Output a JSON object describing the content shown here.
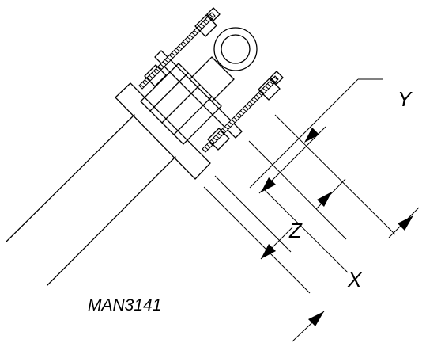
{
  "drawing": {
    "code": "MAN3141",
    "labels": {
      "x": "X",
      "y": "Y",
      "z": "Z"
    },
    "color": "#000000"
  }
}
